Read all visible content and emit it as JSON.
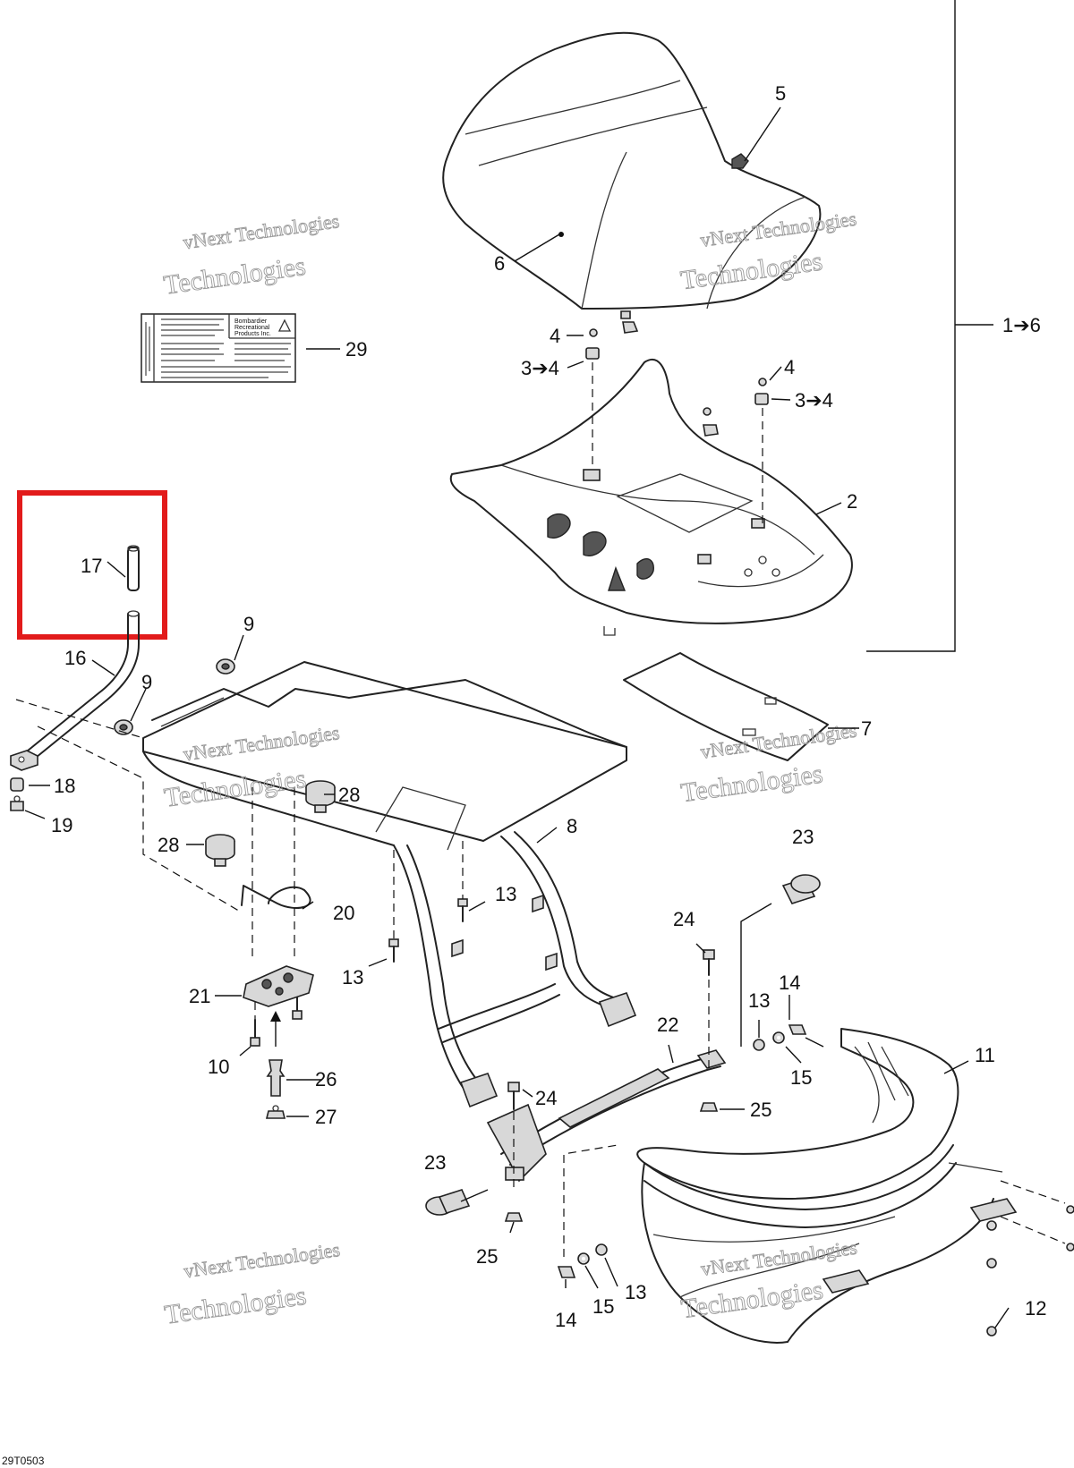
{
  "diagram_code": "29T0503",
  "watermark": {
    "line1": "vNext Technologies",
    "line2": "Technologies"
  },
  "label_sticker": {
    "brand_lines": [
      "Bombardier",
      "Recreational",
      "Products Inc."
    ]
  },
  "callouts": [
    {
      "id": "c5",
      "text": "5"
    },
    {
      "id": "c6",
      "text": "6"
    },
    {
      "id": "c1to6",
      "text": "1➔6"
    },
    {
      "id": "c29",
      "text": "29"
    },
    {
      "id": "c4a",
      "text": "4"
    },
    {
      "id": "c34a",
      "text": "3➔4"
    },
    {
      "id": "c4b",
      "text": "4"
    },
    {
      "id": "c34b",
      "text": "3➔4"
    },
    {
      "id": "c2",
      "text": "2"
    },
    {
      "id": "c17",
      "text": "17"
    },
    {
      "id": "c16",
      "text": "16"
    },
    {
      "id": "c9a",
      "text": "9"
    },
    {
      "id": "c9b",
      "text": "9"
    },
    {
      "id": "c7",
      "text": "7"
    },
    {
      "id": "c18",
      "text": "18"
    },
    {
      "id": "c19",
      "text": "19"
    },
    {
      "id": "c28a",
      "text": "28"
    },
    {
      "id": "c28b",
      "text": "28"
    },
    {
      "id": "c8",
      "text": "8"
    },
    {
      "id": "c23a",
      "text": "23"
    },
    {
      "id": "c20",
      "text": "20"
    },
    {
      "id": "c13a",
      "text": "13"
    },
    {
      "id": "c24a",
      "text": "24"
    },
    {
      "id": "c13b",
      "text": "13"
    },
    {
      "id": "c14a",
      "text": "14"
    },
    {
      "id": "c13c",
      "text": "13"
    },
    {
      "id": "c21",
      "text": "21"
    },
    {
      "id": "c22",
      "text": "22"
    },
    {
      "id": "c11",
      "text": "11"
    },
    {
      "id": "c10",
      "text": "10"
    },
    {
      "id": "c15a",
      "text": "15"
    },
    {
      "id": "c26",
      "text": "26"
    },
    {
      "id": "c25a",
      "text": "25"
    },
    {
      "id": "c24b",
      "text": "24"
    },
    {
      "id": "c27",
      "text": "27"
    },
    {
      "id": "c23b",
      "text": "23"
    },
    {
      "id": "c25b",
      "text": "25"
    },
    {
      "id": "c13d",
      "text": "13"
    },
    {
      "id": "c15b",
      "text": "15"
    },
    {
      "id": "c14b",
      "text": "14"
    },
    {
      "id": "c12",
      "text": "12"
    }
  ],
  "colors": {
    "highlight": "#e21b1b",
    "line": "#222222"
  }
}
